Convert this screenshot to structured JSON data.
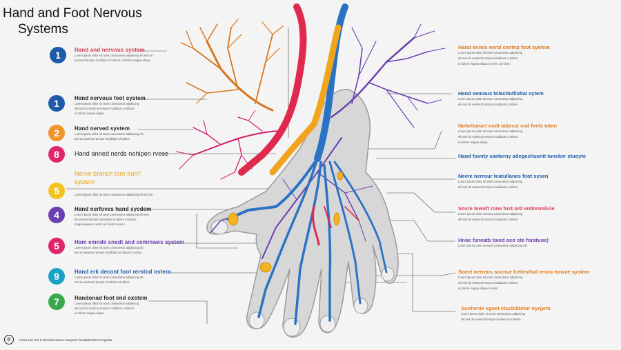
{
  "title": {
    "line1": "Hand and Foot Nervous",
    "line2": "Systems"
  },
  "left_labels": [
    {
      "num": "1",
      "color": "#1e5aa8",
      "heading": "Hand and nervous system",
      "heading_color": "#d23c55",
      "lines": [
        "Lorem ipsum dolor sit amet consectetur adipiscing elit sed do",
        "eiusmod tempor incididunt ut labore et dolore magna aliqua"
      ]
    },
    {
      "num": "1",
      "color": "#1e5aa8",
      "heading": "Hand nervous foot system",
      "heading_color": "#222",
      "lines": [
        "Lorem ipsum dolor sit amet consectetur adipiscing",
        "elit sed do eiusmod tempor incididunt ut labore",
        "et dolore magna aliqua"
      ]
    },
    {
      "num": "2",
      "color": "#f0952a",
      "heading": "Hand nerved system",
      "heading_color": "#222",
      "lines": [
        "Lorem ipsum dolor sit amet consectetur adipiscing elit",
        "sed do eiusmod tempor incididunt ut labore"
      ]
    },
    {
      "num": "8",
      "color": "#e0266a",
      "heading": "Hand anned nerds nohipen rvose",
      "heading_color": "#222",
      "lines": []
    },
    {
      "num": "",
      "color": "",
      "heading": "Nerve branch toro burn' system",
      "heading_color": "#e8a11c",
      "lines": []
    },
    {
      "num": "5",
      "color": "#f4c21e",
      "heading": "",
      "heading_color": "#222",
      "lines": [
        "Lorem ipsum dolor sit amet consectetur adipiscing elit sed do"
      ]
    },
    {
      "num": "4",
      "color": "#6a3fb0",
      "heading": "Hand nerfoves hand sycdem",
      "heading_color": "#222",
      "lines": [
        "Lorem ipsum dolor sit amet consectetur adipiscing elit sed",
        "do eiusmod tempor incididunt ut labore et dolore",
        "magna aliqua ut enim ad minim veniam"
      ]
    },
    {
      "num": "5",
      "color": "#e0266a",
      "heading": "Ham emnde snedt and ceminwes system",
      "heading_color": "#6a3fb0",
      "lines": [
        "Lorem ipsum dolor sit amet consectetur adipiscing elit",
        "sed do eiusmod tempor incididunt ut labore et dolore"
      ]
    },
    {
      "num": "9",
      "color": "#1aa2c4",
      "heading": "Hand erk decont foot rerstod ostern",
      "heading_color": "#1e5aa8",
      "lines": [
        "Lorem ipsum dolor sit amet consectetur adipiscing elit",
        "sed do eiusmod tempor incididunt ut labore"
      ]
    },
    {
      "num": "7",
      "color": "#3aa84a",
      "heading": "Handonad foot end oxstem",
      "heading_color": "#222",
      "lines": [
        "Lorem ipsum dolor sit amet consectetur adipiscing",
        "elit sed do eiusmod tempor incididunt ut labore",
        "et dolore magna aliqua"
      ]
    }
  ],
  "right_labels": [
    {
      "heading": "Hand ennes neral cenmp foot syetem",
      "heading_color": "#e07a1a",
      "lines": [
        "Lorem ipsum dolor sit amet consectetur adipiscing",
        "elit sed do eiusmod tempor incididunt ut labore",
        "et dolore magna aliqua ut enim ad minim"
      ]
    },
    {
      "heading": "Hand eemous tolacituifioltal sytem",
      "heading_color": "#1e5aa8",
      "lines": [
        "Lorem ipsum dolor sit amet consectetur adipiscing",
        "elit sed do eiusmod tempor incididunt ut labore"
      ]
    },
    {
      "heading": "Nohetsmart ondt iabesst end feets taten",
      "heading_color": "#e07a1a",
      "lines": [
        "Lorem ipsum dolor sit amet consectetur adipiscing",
        "elit sed do eiusmod tempor incididunt ut labore",
        "et dolore magna aliqua"
      ]
    },
    {
      "heading": "Hand fuvnty caetorny adegechusnit tuncker stuoyte",
      "heading_color": "#1e5aa8",
      "lines": []
    },
    {
      "heading": "Neere nerrour teatullanes foot sysen",
      "heading_color": "#1e5aa8",
      "lines": [
        "Lorem ipsum dolor sit amet consectetur adipiscing",
        "elit sed do eiusmod tempor incididunt ut labore"
      ]
    },
    {
      "heading": "Sosre tewoft rone fost ord entlrenolicle",
      "heading_color": "#d23c55",
      "lines": [
        "Lorem ipsum dolor sit amet consectetur adipiscing",
        "elit sed do eiusmod tempor incididunt ut labore"
      ]
    },
    {
      "heading": "Hnoe fsneatb toied oco ote foratuoe)",
      "heading_color": "#6a3fb0",
      "lines": [
        "Lorem ipsum dolor sit amet consectetur adipiscing elit"
      ]
    },
    {
      "heading": "Soect nerrens socnve heltesthal enstu nowve syslem",
      "heading_color": "#e07a1a",
      "lines": [
        "Lorem ipsum dolor sit amet consectetur adipiscing",
        "elit sed do eiusmod tempor incididunt ut labore",
        "et dolore magna aliqua ut enim"
      ]
    },
    {
      "heading": "Sunhenie sgoet etscloldetor nyrgem",
      "heading_color": "#e07a1a",
      "lines": [
        "Lorem ipsum dolor sit amet consectetur adipiscing",
        "elit sed do eiusmod tempor incididunt ut labore"
      ]
    }
  ],
  "footer": {
    "icon": "copyright-icon",
    "text": "Hand and foot S Werehat stanon Nunyene hnodtanerthes Progratts."
  }
}
